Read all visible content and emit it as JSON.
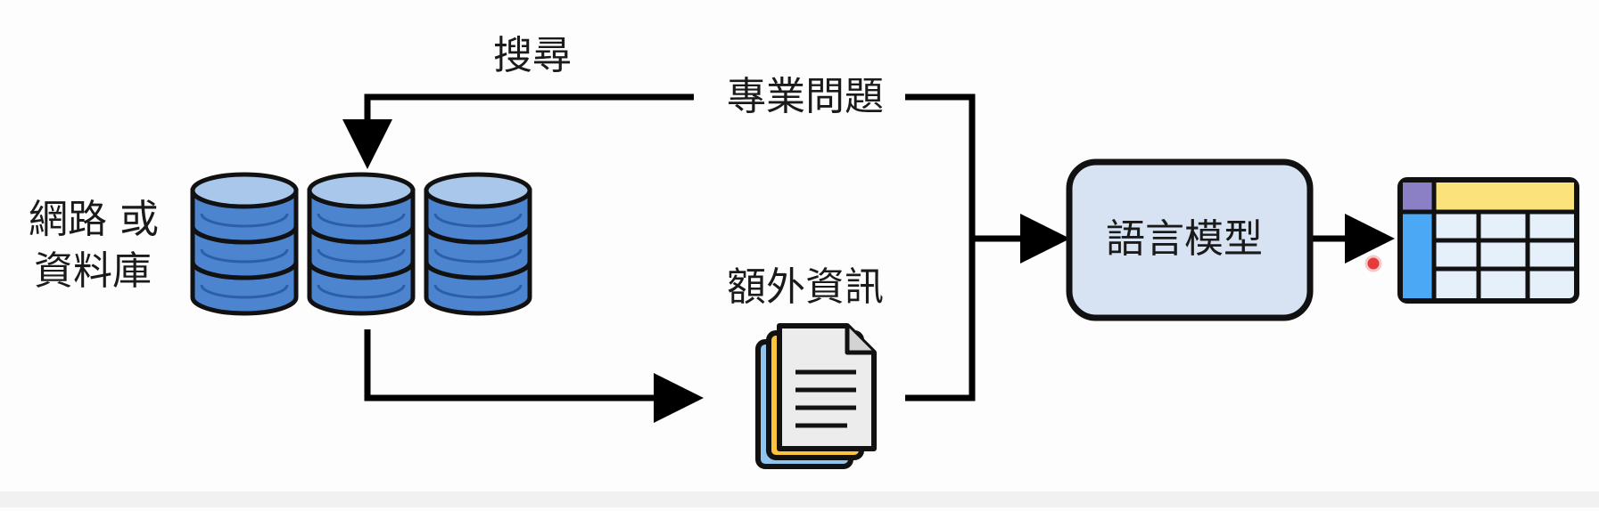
{
  "diagram": {
    "labels": {
      "search": "搜尋",
      "question": "專業問題",
      "source": [
        "網路 或",
        "資料庫"
      ],
      "extra_info": "額外資訊",
      "model": "語言模型"
    },
    "colors": {
      "db_fill": "#4d84cf",
      "db_top": "#a9c7ea",
      "doc_blue": "#8fc4ef",
      "doc_yellow": "#fbc43a",
      "doc_paper": "#ececec",
      "model_box": "#d7e3f3",
      "table_purple": "#8b80c6",
      "table_yellow": "#fbe27a",
      "table_blue": "#4aa8f4",
      "table_cell": "#e6f0fa",
      "pointer_red": "#e53b3b"
    },
    "icons": [
      "database-icon",
      "documents-icon",
      "table-icon"
    ]
  }
}
